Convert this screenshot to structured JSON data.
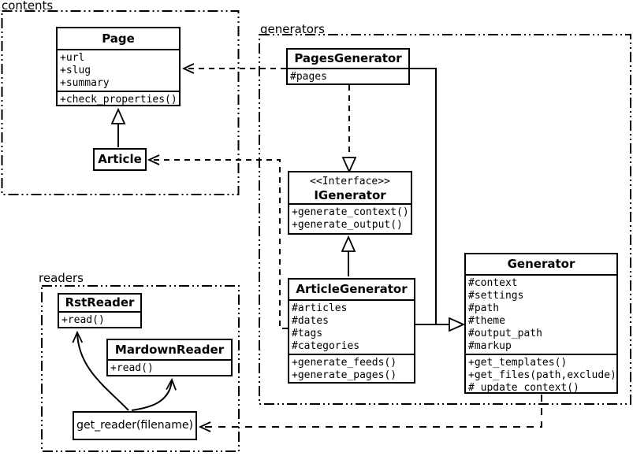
{
  "diagram": {
    "title": "UML class diagram",
    "colors": {
      "line": "#000000",
      "background": "#ffffff"
    },
    "packages": {
      "contents": {
        "label": "contents"
      },
      "generators": {
        "label": "generators"
      },
      "readers": {
        "label": "readers"
      }
    },
    "classes": {
      "page": {
        "name": "Page",
        "attrs": [
          "+url",
          "+slug",
          "+summary"
        ],
        "methods": [
          "+check_properties()"
        ]
      },
      "article": {
        "name": "Article"
      },
      "pages_generator": {
        "name": "PagesGenerator",
        "attrs": [
          "#pages"
        ]
      },
      "igenerator": {
        "stereotype": "<<Interface>>",
        "name": "IGenerator",
        "methods": [
          "+generate_context()",
          "+generate_output()"
        ]
      },
      "article_generator": {
        "name": "ArticleGenerator",
        "attrs": [
          "#articles",
          "#dates",
          "#tags",
          "#categories"
        ],
        "methods": [
          "+generate_feeds()",
          "+generate_pages()"
        ]
      },
      "generator": {
        "name": "Generator",
        "attrs": [
          "#context",
          "#settings",
          "#path",
          "#theme",
          "#output_path",
          "#markup"
        ],
        "methods": [
          "+get_templates()",
          "+get_files(path,exclude)",
          "#_update_context()"
        ]
      },
      "rst_reader": {
        "name": "RstReader",
        "methods": [
          "+read()"
        ]
      },
      "markdown_reader": {
        "name": "MardownReader",
        "methods": [
          "+read()"
        ]
      },
      "get_reader": {
        "label": "get_reader(filename)"
      }
    },
    "relations": [
      {
        "from": "Article",
        "to": "Page",
        "type": "generalization"
      },
      {
        "from": "PagesGenerator",
        "to": "Page",
        "type": "dependency"
      },
      {
        "from": "PagesGenerator",
        "to": "IGenerator",
        "type": "realization"
      },
      {
        "from": "ArticleGenerator",
        "to": "IGenerator",
        "type": "realization"
      },
      {
        "from": "ArticleGenerator",
        "to": "Article",
        "type": "dependency"
      },
      {
        "from": "PagesGenerator",
        "to": "Generator",
        "type": "generalization"
      },
      {
        "from": "ArticleGenerator",
        "to": "Generator",
        "type": "generalization"
      },
      {
        "from": "Generator",
        "to": "get_reader(filename)",
        "type": "dependency"
      },
      {
        "from": "get_reader(filename)",
        "to": "RstReader",
        "type": "call"
      },
      {
        "from": "get_reader(filename)",
        "to": "MardownReader",
        "type": "call"
      }
    ]
  }
}
